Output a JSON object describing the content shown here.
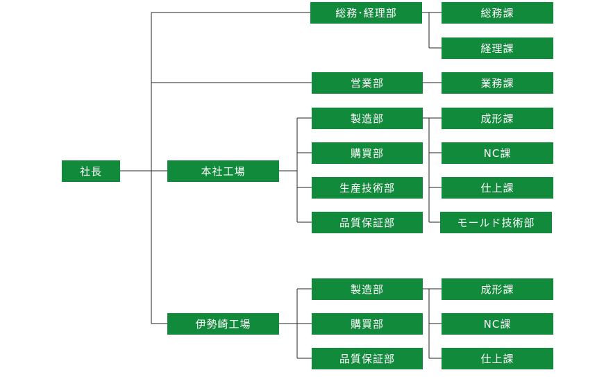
{
  "colors": {
    "box": "#128a3b",
    "text": "#ffffff",
    "line": "#222222"
  },
  "org": {
    "president": "社長",
    "admin_dept": "総務･経理部",
    "admin_sec_general": "総務課",
    "admin_sec_accounting": "経理課",
    "sales_dept": "営業部",
    "sales_sec_business": "業務課",
    "honsha": {
      "name": "本社工場",
      "dept_manufacturing": "製造部",
      "dept_purchasing": "購買部",
      "dept_production_eng": "生産技術部",
      "dept_quality": "品質保証部",
      "sec_molding": "成形課",
      "sec_nc": "NC課",
      "sec_finishing": "仕上課",
      "sec_mold_tech": "モールド技術部"
    },
    "ise": {
      "name": "伊勢崎工場",
      "dept_manufacturing": "製造部",
      "dept_purchasing": "購買部",
      "dept_quality": "品質保証部",
      "sec_molding": "成形課",
      "sec_nc": "NC課",
      "sec_finishing": "仕上課"
    }
  }
}
